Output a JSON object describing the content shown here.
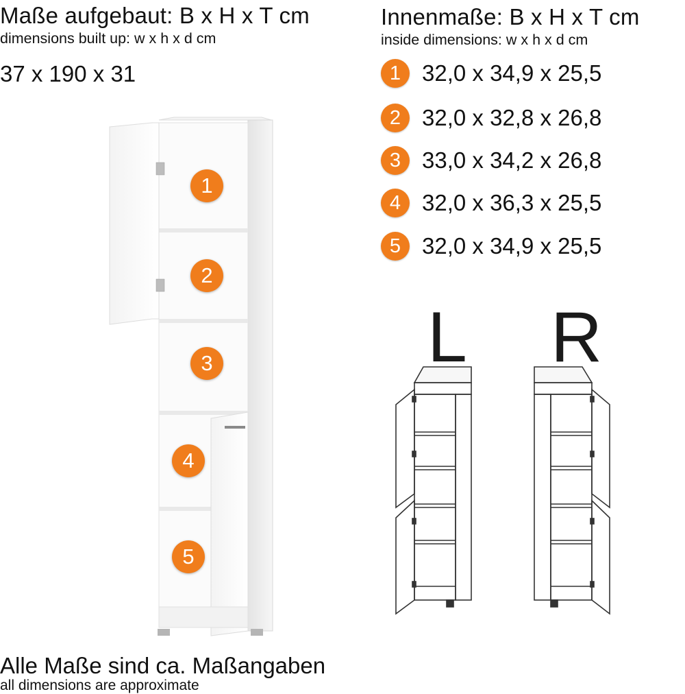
{
  "left_header": {
    "title": "Maße aufgebaut: B x H x T cm",
    "subtitle": "dimensions built up: w x h x d cm",
    "total": "37 x 190 x 31"
  },
  "right_header": {
    "title": "Innenmaße: B x H x T cm",
    "subtitle": "inside dimensions: w x h x d cm"
  },
  "compartments": [
    {
      "number": "1",
      "size": "32,0 x 34,9 x 25,5"
    },
    {
      "number": "2",
      "size": "32,0 x 32,8 x 26,8"
    },
    {
      "number": "3",
      "size": "33,0 x 34,2 x 26,8"
    },
    {
      "number": "4",
      "size": "32,0 x 36,3 x 25,5"
    },
    {
      "number": "5",
      "size": "32,0 x 34,9 x 25,5"
    }
  ],
  "variants": {
    "left": "L",
    "right": "R"
  },
  "footer": {
    "note": "Alle Maße sind ca. Maßangaben",
    "note_en": "all dimensions are approximate"
  },
  "colors": {
    "accent": "#f07d1c",
    "text": "#111111",
    "line_art": "#333333"
  }
}
